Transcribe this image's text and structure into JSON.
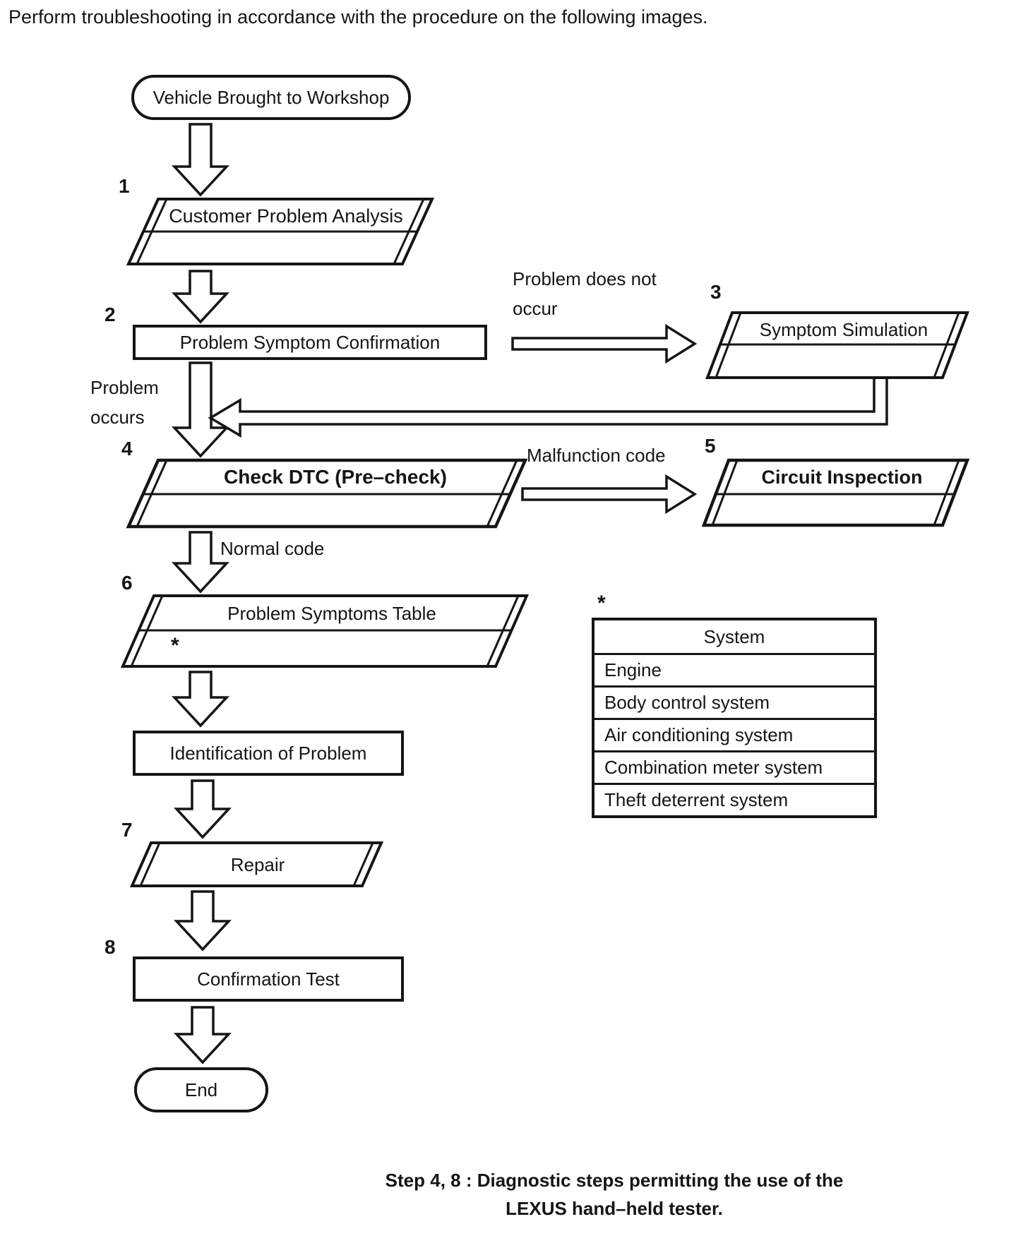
{
  "title": "Perform troubleshooting in accordance with the procedure on the following images.",
  "colors": {
    "ink": "#151515",
    "paper": "#ffffff"
  },
  "flow": {
    "start_label": "Vehicle Brought to Workshop",
    "end_label": "End",
    "steps": [
      {
        "num": "1",
        "label": "Customer Problem Analysis"
      },
      {
        "num": "2",
        "label": "Problem Symptom Confirmation"
      },
      {
        "num": "3",
        "label": "Symptom Simulation"
      },
      {
        "num": "4",
        "label": "Check DTC (Pre–check)"
      },
      {
        "num": "5",
        "label": "Circuit Inspection"
      },
      {
        "num": "6",
        "label": "Problem Symptoms Table",
        "footnote_marker": "*"
      },
      {
        "num": "7",
        "label": "Repair"
      },
      {
        "num": "8",
        "label": "Confirmation Test"
      }
    ],
    "unnumbered_step": "Identification of Problem",
    "edge_labels": {
      "problem_does_not_occur_line1": "Problem does not",
      "problem_does_not_occur_line2": "occur",
      "problem_occurs_line1": "Problem",
      "problem_occurs_line2": "occurs",
      "malfunction_code": "Malfunction code",
      "normal_code": "Normal code"
    }
  },
  "system_table": {
    "footnote_marker": "*",
    "header": "System",
    "rows": [
      "Engine",
      "Body control system",
      "Air conditioning system",
      "Combination meter system",
      "Theft deterrent system"
    ]
  },
  "caption": {
    "line1": "Step 4, 8 : Diagnostic steps permitting the use of the",
    "line2": "LEXUS hand–held tester."
  }
}
